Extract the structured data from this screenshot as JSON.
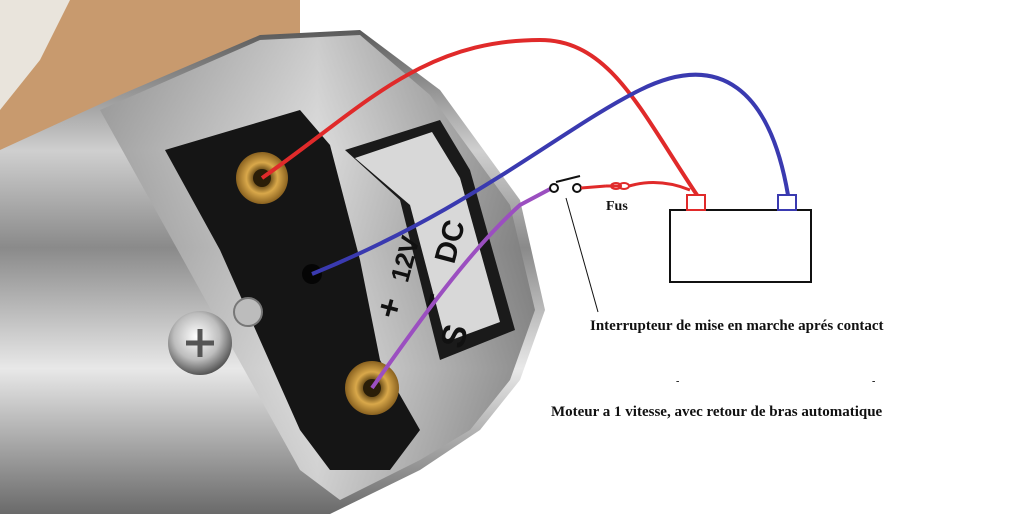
{
  "motor_label": {
    "plus": "+",
    "voltage": "12V",
    "minus": "−",
    "dc": "DC",
    "s": "S"
  },
  "fuse_label": "Fus",
  "switch_caption": "Interrupteur de mise en marche aprés contact",
  "motor_caption": "Moteur a 1 vitesse, avec retour de bras automatique",
  "colors": {
    "positive_wire": "#e02a2a",
    "negative_wire": "#3a3ab0",
    "signal_wire": "#9b4fc0",
    "battery_outline": "#111111"
  },
  "icons": {
    "switch": "switch-icon",
    "fuse": "fuse-icon",
    "battery": "battery-icon",
    "terminal": "brass-terminal-icon"
  }
}
